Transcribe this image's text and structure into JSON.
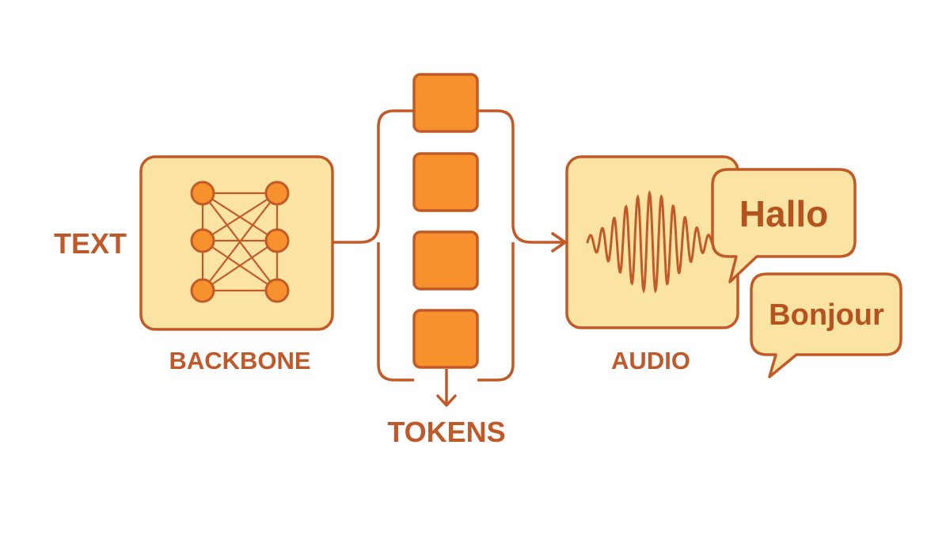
{
  "labels": {
    "input": "TEXT",
    "backbone": "BACKBONE",
    "tokens": "TOKENS",
    "audio": "AUDIO"
  },
  "bubbles": [
    {
      "text": "Hallo"
    },
    {
      "text": "Bonjour"
    }
  ],
  "token_count": 4,
  "colors": {
    "stroke": "#c25a28",
    "panel_fill": "#fbe3a3",
    "token_fill": "#f7912e",
    "node_fill": "#f7912e",
    "text": "#c0592a"
  },
  "icons": {
    "backbone": "neural-network-icon",
    "audio": "waveform-icon"
  }
}
